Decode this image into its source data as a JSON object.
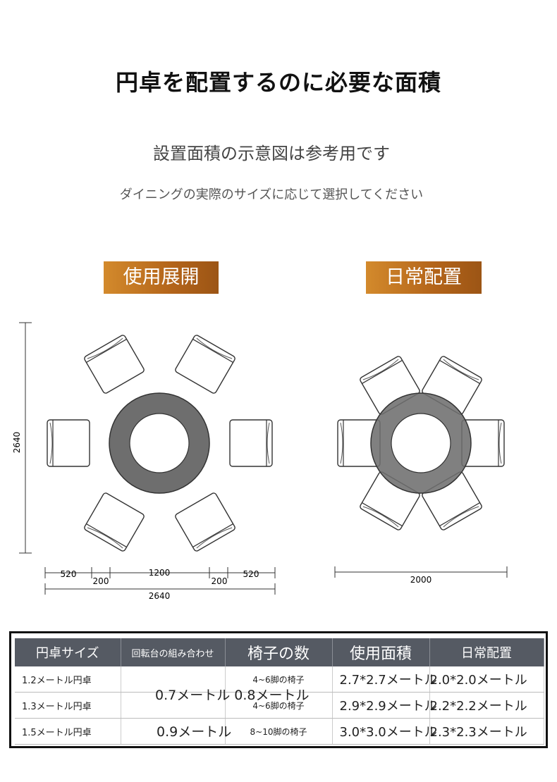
{
  "title": "円卓を配置するのに必要な面積",
  "subtitle": "設置面積の示意図は参考用です",
  "description": "ダイニングの実際のサイズに応じて選択してください",
  "badges": {
    "left": "使用展開",
    "right": "日常配置"
  },
  "colors": {
    "badge": "#b3641a",
    "table_header": "#555a63",
    "table_ring": "#6e6e6e"
  },
  "dimensions": {
    "height_left": "2640",
    "seg1": "520",
    "seg2": "200",
    "seg3": "1200",
    "seg4": "200",
    "seg5": "520",
    "total_bottom": "2640",
    "right_width": "2000"
  },
  "table": {
    "headers": [
      "円卓サイズ",
      "回転台の組み合わせ",
      "椅子の数",
      "使用面積",
      "日常配置"
    ],
    "combos": [
      "0.7メートル 0.8メートル",
      "0.9メートル"
    ],
    "rows": [
      {
        "size": "1.2メートル円卓",
        "chairs": "4~6脚の椅子",
        "area": "2.7*2.7メートル",
        "daily": "2.0*2.0メートル"
      },
      {
        "size": "1.3メートル円卓",
        "chairs": "4~6脚の椅子",
        "area": "2.9*2.9メートル",
        "daily": "2.2*2.2メートル"
      },
      {
        "size": "1.5メートル円卓",
        "chairs": "8~10脚の椅子",
        "area": "3.0*3.0メートル",
        "daily": "2.3*2.3メートル"
      }
    ]
  }
}
